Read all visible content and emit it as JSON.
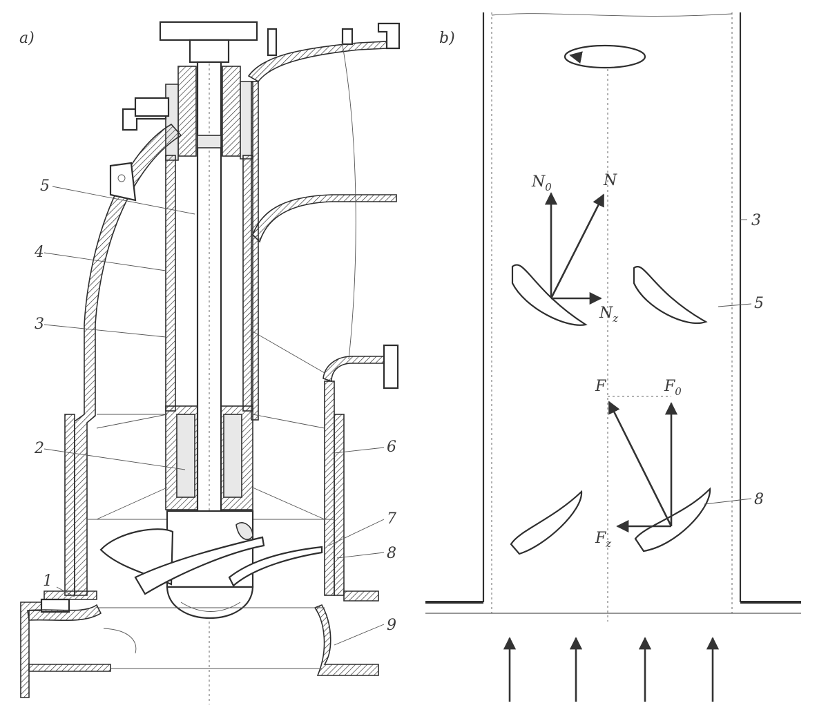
{
  "panel_a": {
    "tag": "a)",
    "labels": {
      "l1": "1",
      "l2": "2",
      "l3": "3",
      "l4": "4",
      "l5": "5",
      "l6": "6",
      "l7": "7",
      "l8": "8",
      "l9": "9"
    }
  },
  "panel_b": {
    "tag": "b)",
    "labels": {
      "l3": "3",
      "l5": "5",
      "l8": "8"
    },
    "vectors": {
      "N": "N",
      "N0": "N",
      "N0_sub": "0",
      "Nz": "N",
      "Nz_sub": "z",
      "F": "F",
      "F0": "F",
      "F0_sub": "0",
      "Fz": "F",
      "Fz_sub": "z"
    }
  }
}
